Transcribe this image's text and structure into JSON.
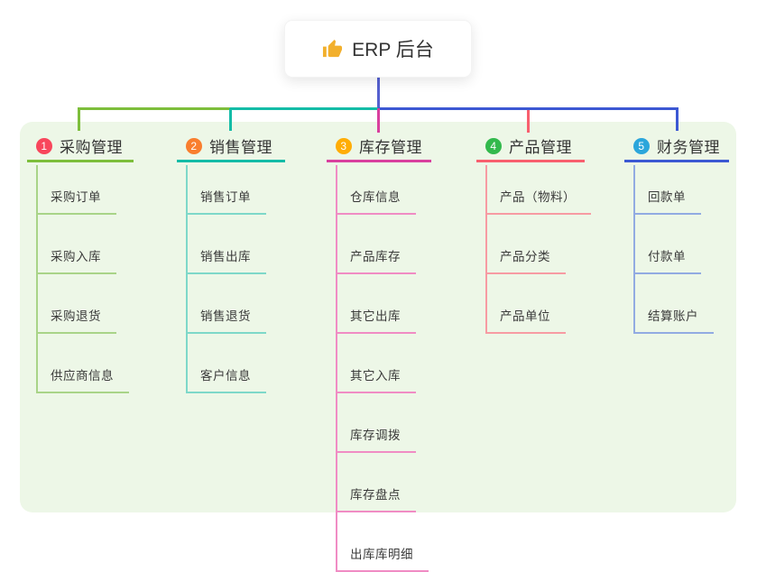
{
  "root": {
    "label": "ERP 后台",
    "icon": "thumbs-up",
    "icon_color": "#f2b02d",
    "line_color": "#5560d0"
  },
  "panel": {
    "background": "#edf7e7"
  },
  "branches": [
    {
      "num": "1",
      "label": "采购管理",
      "badge_color": "#f8465c",
      "line_color": "#7dbe3b",
      "child_color": "#a9d488",
      "children": [
        "采购订单",
        "采购入库",
        "采购退货",
        "供应商信息"
      ]
    },
    {
      "num": "2",
      "label": "销售管理",
      "badge_color": "#f97e2e",
      "line_color": "#14bca7",
      "child_color": "#7ed8c9",
      "children": [
        "销售订单",
        "销售出库",
        "销售退货",
        "客户信息"
      ]
    },
    {
      "num": "3",
      "label": "库存管理",
      "badge_color": "#ffad05",
      "line_color": "#d93f9e",
      "child_color": "#f08cc4",
      "children": [
        "仓库信息",
        "产品库存",
        "其它出库",
        "其它入库",
        "库存调拨",
        "库存盘点",
        "出库库明细"
      ]
    },
    {
      "num": "4",
      "label": "产品管理",
      "badge_color": "#32b94c",
      "line_color": "#f85f6e",
      "child_color": "#f79ba3",
      "children": [
        "产品（物料）",
        "产品分类",
        "产品单位"
      ]
    },
    {
      "num": "5",
      "label": "财务管理",
      "badge_color": "#2ba6db",
      "line_color": "#3c58d3",
      "child_color": "#92abe2",
      "children": [
        "回款单",
        "付款单",
        "结算账户"
      ]
    }
  ]
}
